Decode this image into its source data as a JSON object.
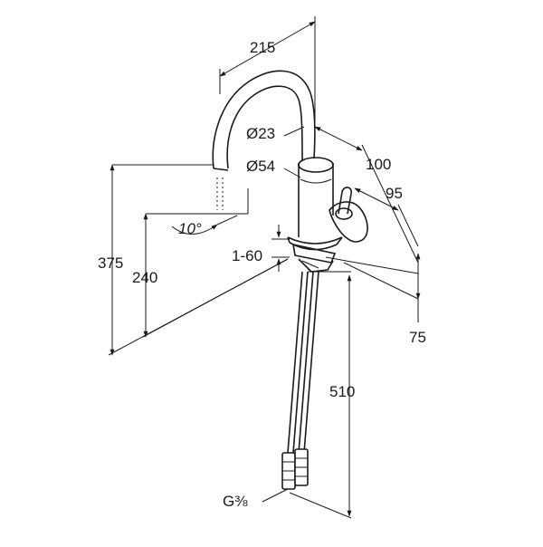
{
  "dimensions": {
    "spout_reach": "215",
    "spout_diameter": "Ø23",
    "body_diameter": "Ø54",
    "body_depth": "100",
    "lever_depth": "95",
    "swivel_angle": "10°",
    "deck_thickness": "1-60",
    "overall_height": "375",
    "spout_height": "240",
    "flange_diameter": "75",
    "hose_length": "510",
    "connection_thread": "G⅜"
  }
}
